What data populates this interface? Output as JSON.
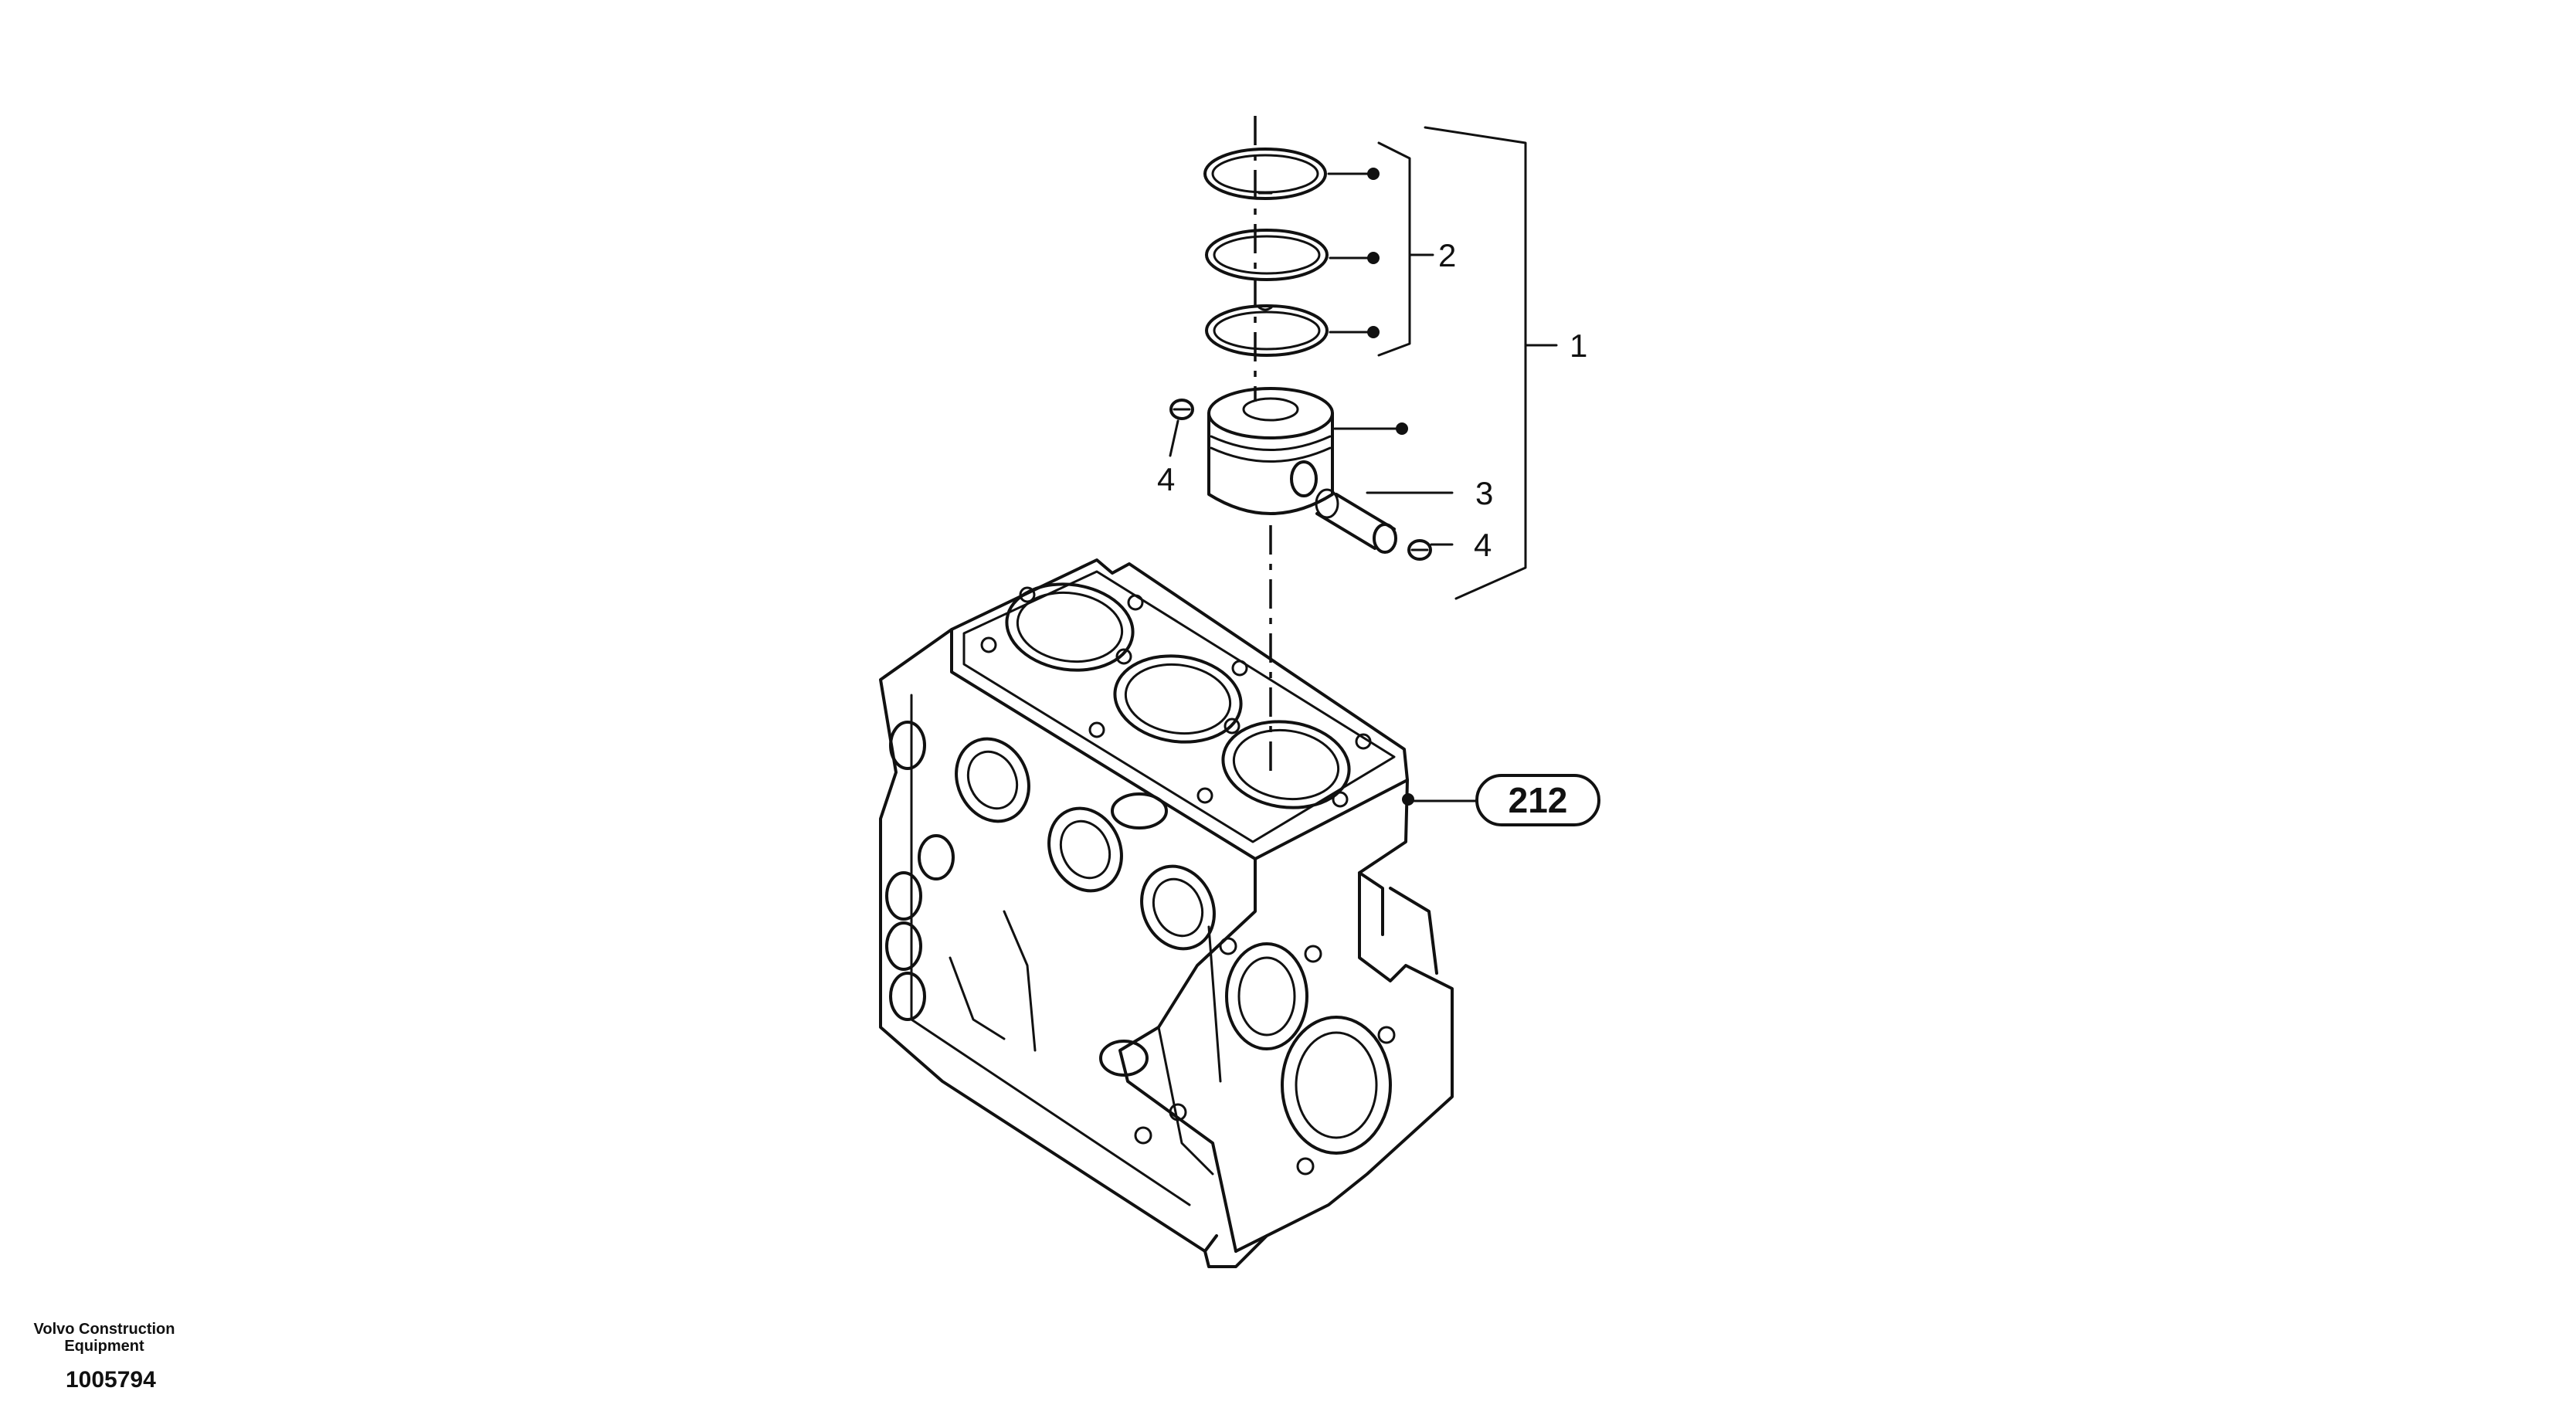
{
  "callouts": {
    "c1": "1",
    "c2": "2",
    "c3": "3",
    "c4a": "4",
    "c4b": "4"
  },
  "reference": {
    "label": "212"
  },
  "footer": {
    "brand_line1": "Volvo Construction",
    "brand_line2": "Equipment",
    "drawing_number": "1005794"
  }
}
